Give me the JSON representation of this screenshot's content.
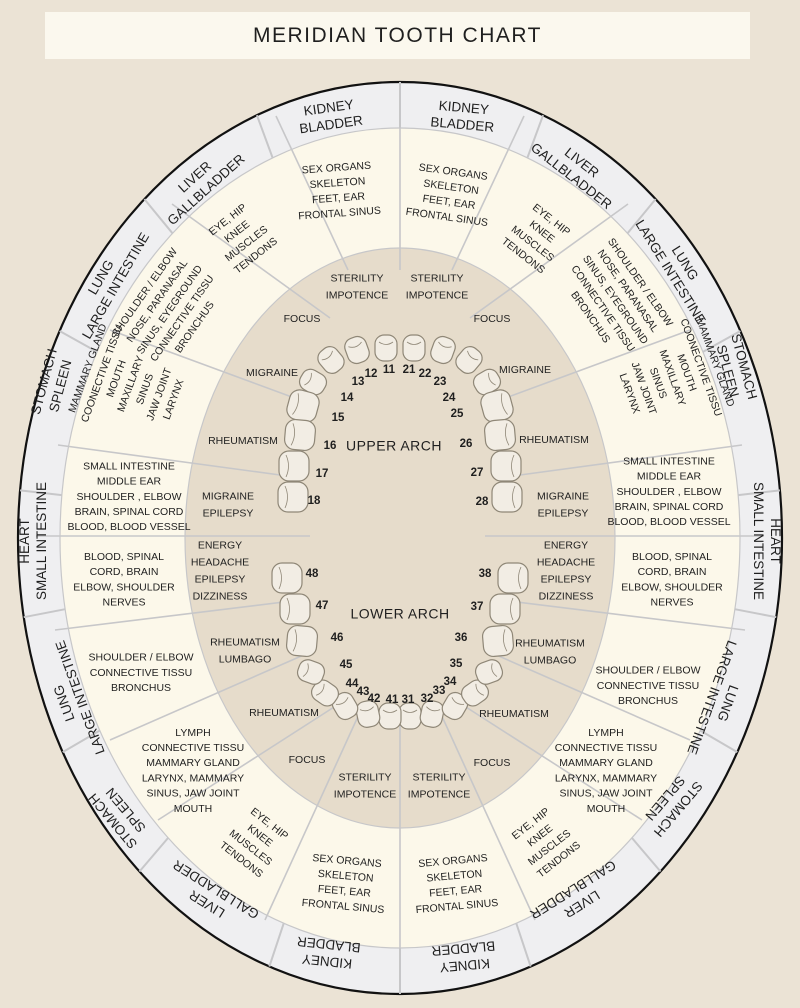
{
  "title": "MERIDIAN TOOTH CHART",
  "colors": {
    "page_background": "#ebe3d5",
    "title_background": "#fbf8ee",
    "outer_ring": "#efeff1",
    "middle_ring": "#fcf8ea",
    "inner_field": "#e6dccb",
    "divider": "#c7c7c9",
    "outline": "#111111",
    "tooth_fill": "#f2ede4",
    "tooth_stroke": "#8f8777",
    "text": "#1f1f1f"
  },
  "arches": {
    "upper": "UPPER ARCH",
    "lower": "LOWER ARCH"
  },
  "outer_ring_labels": [
    {
      "id": "kidney-bladder-ur",
      "lines": [
        "KIDNEY",
        "BLADDER"
      ]
    },
    {
      "id": "liver-gallbladder-ur",
      "lines": [
        "LIVER",
        "GALLBLADDER"
      ]
    },
    {
      "id": "lung-large-intestine-ur",
      "lines": [
        "LUNG",
        "LARGE INTESTINE"
      ]
    },
    {
      "id": "stomach-spleen-ur",
      "lines": [
        "STOMACH",
        "SPLEEN"
      ]
    },
    {
      "id": "heart-small-intestine-r",
      "lines": [
        "HEART",
        "SMALL INTESTINE"
      ]
    },
    {
      "id": "lung-large-intestine-lr",
      "lines": [
        "LUNG",
        "LARGE INTESTINE"
      ]
    },
    {
      "id": "stomach-spleen-lr",
      "lines": [
        "STOMACH",
        "SPLEEN"
      ]
    },
    {
      "id": "liver-gallbladder-lr",
      "lines": [
        "LIVER",
        "GALLBLADDER"
      ]
    },
    {
      "id": "kidney-bladder-lr",
      "lines": [
        "KIDNEY",
        "BLADDER"
      ]
    },
    {
      "id": "kidney-bladder-ll",
      "lines": [
        "KIDNEY",
        "BLADDER"
      ]
    },
    {
      "id": "liver-gallbladder-ll",
      "lines": [
        "LIVER",
        "GALLBLADDER"
      ]
    },
    {
      "id": "stomach-spleen-ll",
      "lines": [
        "STOMACH",
        "SPLEEN"
      ]
    },
    {
      "id": "lung-large-intestine-ll",
      "lines": [
        "LUNG",
        "LARGE INTESTINE"
      ]
    },
    {
      "id": "heart-small-intestine-l",
      "lines": [
        "HEART",
        "SMALL INTESTINE"
      ]
    },
    {
      "id": "stomach-spleen-ul",
      "lines": [
        "STOMACH",
        "SPLEEN"
      ]
    },
    {
      "id": "lung-large-intestine-ul",
      "lines": [
        "LUNG",
        "LARGE INTESTINE"
      ]
    },
    {
      "id": "liver-gallbladder-ul",
      "lines": [
        "LIVER",
        "GALLBLADDER"
      ]
    },
    {
      "id": "kidney-bladder-ul",
      "lines": [
        "KIDNEY",
        "BLADDER"
      ]
    }
  ],
  "middle_ring_labels": [
    {
      "id": "sex-organs-ur",
      "lines": [
        "SEX ORGANS",
        "SKELETON",
        "FEET, EAR",
        "FRONTAL SINUS"
      ]
    },
    {
      "id": "eye-hip-ur",
      "lines": [
        "EYE, HIP",
        "KNEE",
        "MUSCLES",
        "TENDONS"
      ]
    },
    {
      "id": "shoulder-elbow-ur",
      "lines": [
        "SHOULDER / ELBOW",
        "NOSE, PARANASAL",
        "SINUS, EYEGROUND",
        "CONNECTIVE TISSU",
        "BRONCHUS"
      ]
    },
    {
      "id": "mammary-ur",
      "lines": [
        "MAMMARY GLAND",
        "COONECTIVE TISSU",
        "MOUTH",
        "MAXILLARY",
        "SINUS",
        "JAW JOINT",
        "LARYNX"
      ]
    },
    {
      "id": "small-intestine-ur",
      "lines": [
        "SMALL INTESTINE",
        "MIDDLE EAR",
        "SHOULDER , ELBOW",
        "BRAIN, SPINAL CORD",
        "BLOOD, BLOOD VESSEL"
      ]
    },
    {
      "id": "blood-spinal-lr",
      "lines": [
        "BLOOD, SPINAL",
        "CORD, BRAIN",
        "ELBOW, SHOULDER",
        "NERVES"
      ]
    },
    {
      "id": "shoulder-elbow-lr",
      "lines": [
        "SHOULDER / ELBOW",
        "CONNECTIVE TISSU",
        "BRONCHUS"
      ]
    },
    {
      "id": "lymph-lr",
      "lines": [
        "LYMPH",
        "CONNECTIVE TISSU",
        "MAMMARY GLAND",
        "LARYNX, MAMMARY",
        "SINUS, JAW JOINT",
        "MOUTH"
      ]
    },
    {
      "id": "eye-hip-lr",
      "lines": [
        "EYE, HIP",
        "KNEE",
        "MUSCLES",
        "TENDONS"
      ]
    },
    {
      "id": "sex-organs-lr",
      "lines": [
        "SEX ORGANS",
        "SKELETON",
        "FEET, EAR",
        "FRONTAL SINUS"
      ]
    },
    {
      "id": "sex-organs-ll",
      "lines": [
        "SEX ORGANS",
        "SKELETON",
        "FEET, EAR",
        "FRONTAL SINUS"
      ]
    },
    {
      "id": "eye-hip-ll",
      "lines": [
        "EYE, HIP",
        "KNEE",
        "MUSCLES",
        "TENDONS"
      ]
    },
    {
      "id": "lymph-ll",
      "lines": [
        "LYMPH",
        "CONNECTIVE TISSU",
        "MAMMARY GLAND",
        "LARYNX, MAMMARY",
        "SINUS, JAW JOINT",
        "MOUTH"
      ]
    },
    {
      "id": "shoulder-elbow-ll",
      "lines": [
        "SHOULDER / ELBOW",
        "CONNECTIVE TISSU",
        "BRONCHUS"
      ]
    },
    {
      "id": "blood-spinal-ll",
      "lines": [
        "BLOOD, SPINAL",
        "CORD, BRAIN",
        "ELBOW, SHOULDER",
        "NERVES"
      ]
    },
    {
      "id": "small-intestine-ul",
      "lines": [
        "SMALL INTESTINE",
        "MIDDLE EAR",
        "SHOULDER , ELBOW",
        "BRAIN, SPINAL CORD",
        "BLOOD, BLOOD VESSEL"
      ]
    },
    {
      "id": "mammary-ul",
      "lines": [
        "MAMMARY GLAND",
        "COONECTIVE TISSU",
        "MOUTH",
        "MAXILLARY",
        "SINUS",
        "JAW JOINT",
        "LARYNX"
      ]
    },
    {
      "id": "shoulder-elbow-ul",
      "lines": [
        "SHOULDER / ELBOW",
        "NOSE, PARANASAL",
        "SINUS, EYEGROUND",
        "CONNECTIVE TISSU",
        "BRONCHUS"
      ]
    },
    {
      "id": "eye-hip-ul",
      "lines": [
        "EYE, HIP",
        "KNEE",
        "MUSCLES",
        "TENDONS"
      ]
    },
    {
      "id": "sex-organs-ul",
      "lines": [
        "SEX ORGANS",
        "SKELETON",
        "FEET, EAR",
        "FRONTAL SINUS"
      ]
    }
  ],
  "inner_labels": [
    {
      "id": "sterility-ul",
      "lines": [
        "STERILITY",
        "IMPOTENCE"
      ]
    },
    {
      "id": "sterility-ur",
      "lines": [
        "STERILITY",
        "IMPOTENCE"
      ]
    },
    {
      "id": "focus-ul",
      "lines": [
        "FOCUS"
      ]
    },
    {
      "id": "focus-ur",
      "lines": [
        "FOCUS"
      ]
    },
    {
      "id": "migraine-ul",
      "lines": [
        "MIGRAINE"
      ]
    },
    {
      "id": "migraine-ur",
      "lines": [
        "MIGRAINE"
      ]
    },
    {
      "id": "rheumatism-ul",
      "lines": [
        "RHEUMATISM"
      ]
    },
    {
      "id": "rheumatism-ur",
      "lines": [
        "RHEUMATISM"
      ]
    },
    {
      "id": "migraine-epilepsy-l",
      "lines": [
        "MIGRAINE",
        "EPILEPSY"
      ]
    },
    {
      "id": "migraine-epilepsy-r",
      "lines": [
        "MIGRAINE",
        "EPILEPSY"
      ]
    },
    {
      "id": "energy-l",
      "lines": [
        "ENERGY",
        "HEADACHE",
        "EPILEPSY",
        "DIZZINESS"
      ]
    },
    {
      "id": "energy-r",
      "lines": [
        "ENERGY",
        "HEADACHE",
        "EPILEPSY",
        "DIZZINESS"
      ]
    },
    {
      "id": "rheumatism-lumbago-l",
      "lines": [
        "RHEUMATISM",
        "LUMBAGO"
      ]
    },
    {
      "id": "rheumatism-lumbago-r",
      "lines": [
        "RHEUMATISM",
        "LUMBAGO"
      ]
    },
    {
      "id": "rheumatism-ll",
      "lines": [
        "RHEUMATISM"
      ]
    },
    {
      "id": "rheumatism-lr",
      "lines": [
        "RHEUMATISM"
      ]
    },
    {
      "id": "focus-ll",
      "lines": [
        "FOCUS"
      ]
    },
    {
      "id": "focus-lr",
      "lines": [
        "FOCUS"
      ]
    },
    {
      "id": "sterility-ll",
      "lines": [
        "STERILITY",
        "IMPOTENCE"
      ]
    },
    {
      "id": "sterility-lr",
      "lines": [
        "STERILITY",
        "IMPOTENCE"
      ]
    }
  ],
  "teeth": [
    {
      "number": "11"
    },
    {
      "number": "12"
    },
    {
      "number": "13"
    },
    {
      "number": "14"
    },
    {
      "number": "15"
    },
    {
      "number": "16"
    },
    {
      "number": "17"
    },
    {
      "number": "18"
    },
    {
      "number": "21"
    },
    {
      "number": "22"
    },
    {
      "number": "23"
    },
    {
      "number": "24"
    },
    {
      "number": "25"
    },
    {
      "number": "26"
    },
    {
      "number": "27"
    },
    {
      "number": "28"
    },
    {
      "number": "31"
    },
    {
      "number": "32"
    },
    {
      "number": "33"
    },
    {
      "number": "34"
    },
    {
      "number": "35"
    },
    {
      "number": "36"
    },
    {
      "number": "37"
    },
    {
      "number": "38"
    },
    {
      "number": "41"
    },
    {
      "number": "42"
    },
    {
      "number": "43"
    },
    {
      "number": "44"
    },
    {
      "number": "45"
    },
    {
      "number": "46"
    },
    {
      "number": "47"
    },
    {
      "number": "48"
    }
  ]
}
